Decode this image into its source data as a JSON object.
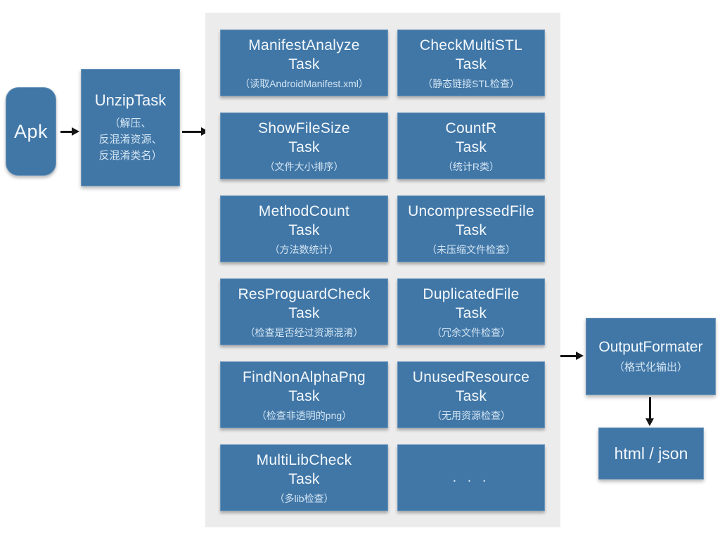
{
  "diagram": {
    "apk": {
      "label": "Apk"
    },
    "unzip": {
      "title": "UnzipTask",
      "subtitle_line1": "（解压、",
      "subtitle_line2": "反混淆资源、",
      "subtitle_line3": "反混淆类名）"
    },
    "tasks": [
      {
        "name": "ManifestAnalyze",
        "type_label": "Task",
        "subtitle": "（读取AndroidManifest.xml）"
      },
      {
        "name": "CheckMultiSTL",
        "type_label": "Task",
        "subtitle": "（静态链接STL检查）"
      },
      {
        "name": "ShowFileSize",
        "type_label": "Task",
        "subtitle": "（文件大小排序）"
      },
      {
        "name": "CountR",
        "type_label": "Task",
        "subtitle": "（统计R类）"
      },
      {
        "name": "MethodCount",
        "type_label": "Task",
        "subtitle": "（方法数统计）"
      },
      {
        "name": "UncompressedFile",
        "type_label": "Task",
        "subtitle": "（未压缩文件检查）"
      },
      {
        "name": "ResProguardCheck",
        "type_label": "Task",
        "subtitle": "（检查是否经过资源混淆）"
      },
      {
        "name": "DuplicatedFile",
        "type_label": "Task",
        "subtitle": "（冗余文件检查）"
      },
      {
        "name": "FindNonAlphaPng",
        "type_label": "Task",
        "subtitle": "（检查非透明的png）"
      },
      {
        "name": "UnusedResource",
        "type_label": "Task",
        "subtitle": "（无用资源检查）"
      },
      {
        "name": "MultiLibCheck",
        "type_label": "Task",
        "subtitle": "（多lib检查）"
      },
      {
        "name": ". . ."
      }
    ],
    "output": {
      "title": "OutputFormater",
      "subtitle": "（格式化输出）"
    },
    "result": {
      "label": "html / json"
    },
    "colors": {
      "box_blue": "#4177a7",
      "container_gray": "#ececec",
      "title_text": "#f3f8fc",
      "subtitle_text": "#d3e5f3",
      "arrow_black": "#141414",
      "background": "#ffffff"
    }
  }
}
